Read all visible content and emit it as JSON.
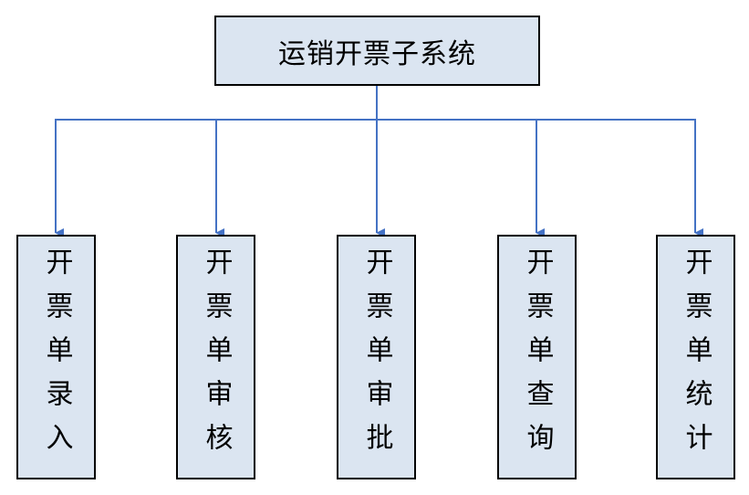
{
  "diagram": {
    "root": {
      "label": "运销开票子系统"
    },
    "children": [
      {
        "label": "开票单录入"
      },
      {
        "label": "开票单审核"
      },
      {
        "label": "开票单审批"
      },
      {
        "label": "开票单查询"
      },
      {
        "label": "开票单统计"
      }
    ]
  },
  "colors": {
    "box_fill": "#dbe5f1",
    "box_border": "#000000",
    "connector": "#4472c4",
    "text": "#000000"
  }
}
